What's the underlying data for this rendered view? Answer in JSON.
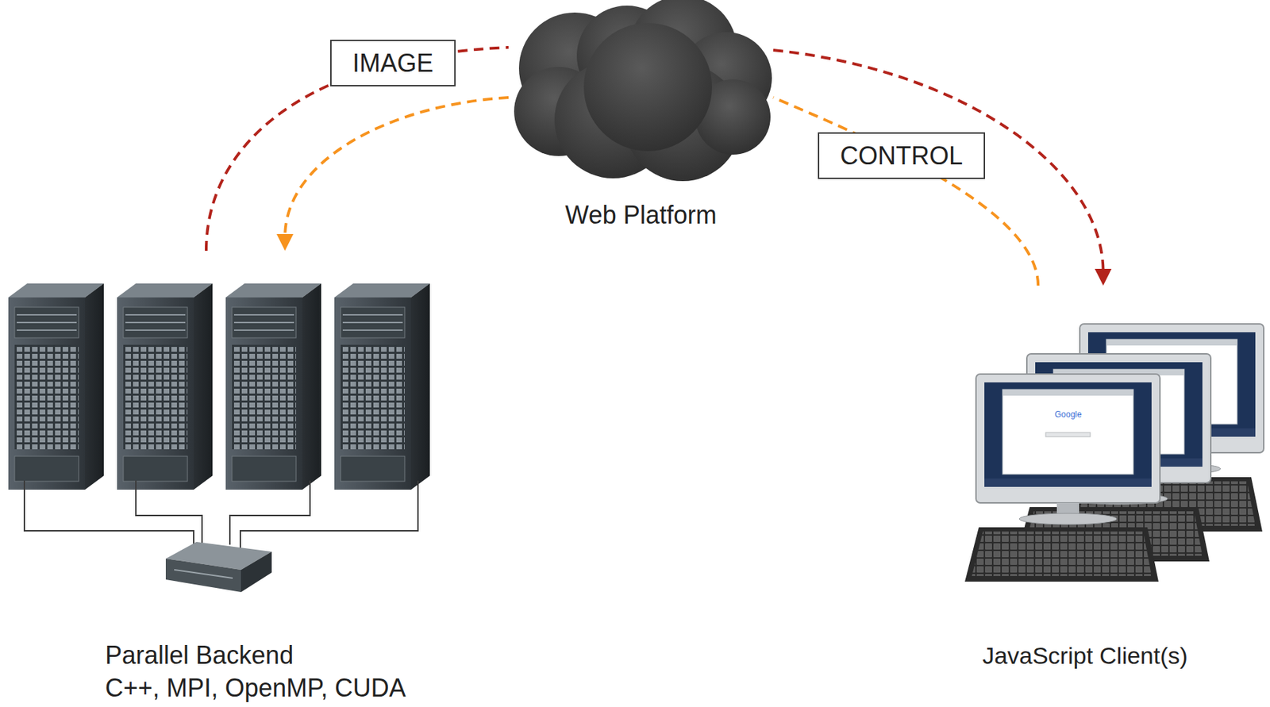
{
  "diagram": {
    "nodes": [
      {
        "text": [
          "Parallel Backend",
          "C++, MPI, OpenMP, CUDA"
        ]
      },
      {
        "text": [
          "Web Platform"
        ]
      },
      {
        "text": [
          "JavaScript Client(s)"
        ]
      }
    ],
    "edges": [
      {
        "from": 0,
        "to": 1,
        "label": "IMAGE",
        "arrow": "none"
      },
      {
        "from": 1,
        "to": 2,
        "arrow": "to"
      },
      {
        "from": 2,
        "to": 1,
        "label": "CONTROL",
        "arrow": "none"
      },
      {
        "from": 1,
        "to": 0,
        "arrow": "to"
      }
    ],
    "labels": [
      "Google"
    ]
  }
}
